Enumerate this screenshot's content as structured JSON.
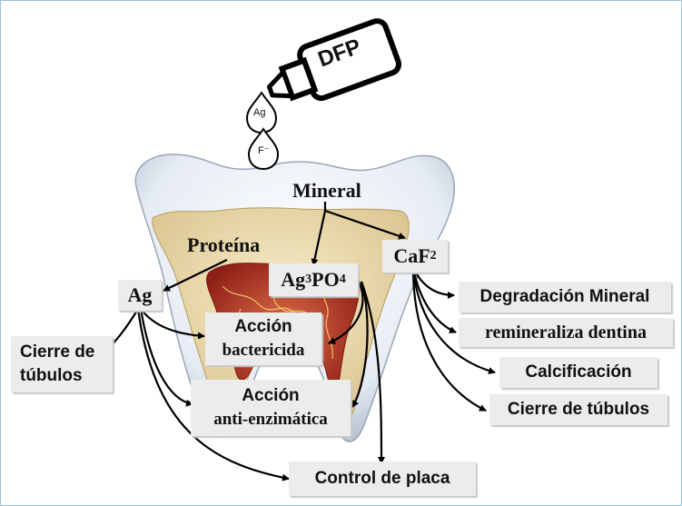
{
  "dropper": {
    "label": "DFP"
  },
  "drops": [
    "Ag",
    "F⁻"
  ],
  "labels": {
    "mineral": "Mineral",
    "proteina": "Proteína",
    "ag": "Ag",
    "ag3po4_base1": "Ag",
    "ag3po4_sub1": "3",
    "ag3po4_base2": "PO",
    "ag3po4_sub2": "4",
    "caf2_base": "CaF",
    "caf2_sub": "2"
  },
  "effects": {
    "accion_bactericida": [
      "Acción",
      "bactericida"
    ],
    "accion_antienzimatica": [
      "Acción",
      "anti-enzimática"
    ],
    "cierre_tubulos_left": [
      "Cierre de",
      "túbulos"
    ],
    "control_placa": "Control de placa",
    "degradacion_mineral": "Degradación Mineral",
    "remineraliza_dentina": "remineraliza dentina",
    "calcificacion": "Calcificación",
    "cierre_tubulos_right": "Cierre de túbulos"
  },
  "colors": {
    "frame": "#9cc3dd",
    "box": "#ececec",
    "enamel": "#e9eef5",
    "dentin": "#eadcb4",
    "pulp": "#b13a2a"
  }
}
